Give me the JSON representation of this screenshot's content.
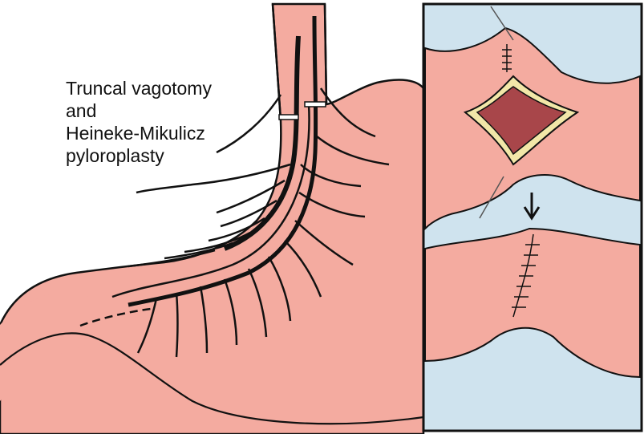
{
  "caption": {
    "line1": "Truncal vagotomy",
    "line2": "and",
    "line3": "Heineke-Mikulicz",
    "line4": "pyloroplasty"
  },
  "colors": {
    "tissue": "#f4aba0",
    "tissue_shadow": "#e48d84",
    "background_panel": "#cfe3ee",
    "outline": "#111111",
    "wound_yellow": "#f2e7a8",
    "wound_red": "#a8464a",
    "page": "#ffffff"
  },
  "icons": {
    "arrow": "down-arrow-icon"
  }
}
